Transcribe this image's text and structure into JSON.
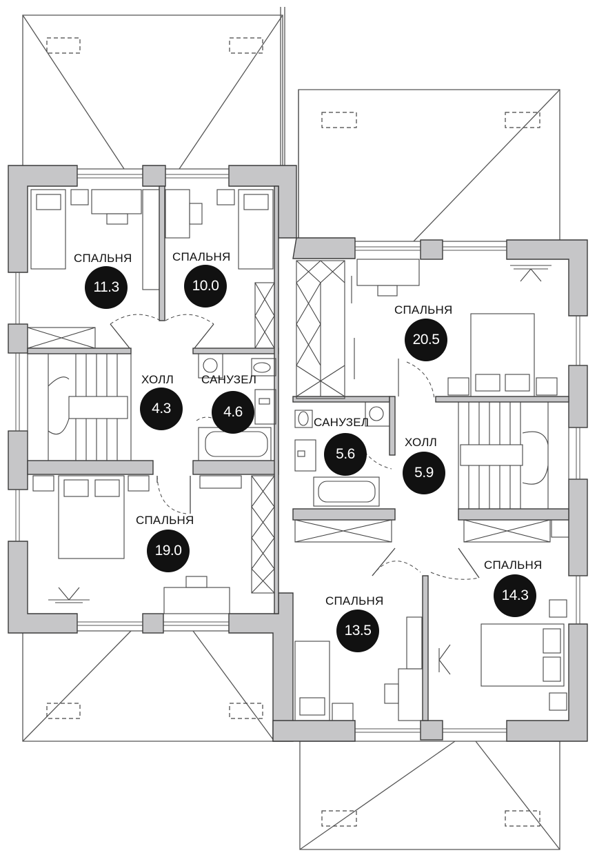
{
  "rooms": [
    {
      "id": "bedroom-nw",
      "name": "СПАЛЬНЯ",
      "area": "11.3"
    },
    {
      "id": "bedroom-n",
      "name": "СПАЛЬНЯ",
      "area": "10.0"
    },
    {
      "id": "hall-w",
      "name": "ХОЛЛ",
      "area": "4.3"
    },
    {
      "id": "bathroom-w",
      "name": "САНУЗЕЛ",
      "area": "4.6"
    },
    {
      "id": "bedroom-sw",
      "name": "СПАЛЬНЯ",
      "area": "19.0"
    },
    {
      "id": "bedroom-ne",
      "name": "СПАЛЬНЯ",
      "area": "20.5"
    },
    {
      "id": "bathroom-e",
      "name": "САНУЗЕЛ",
      "area": "5.6"
    },
    {
      "id": "hall-e",
      "name": "ХОЛЛ",
      "area": "5.9"
    },
    {
      "id": "bedroom-se",
      "name": "СПАЛЬНЯ",
      "area": "14.3"
    },
    {
      "id": "bedroom-s",
      "name": "СПАЛЬНЯ",
      "area": "13.5"
    }
  ],
  "colors": {
    "wall": "#c6c6c8",
    "wall_edge": "#3a3a3a",
    "line": "#444444",
    "badge": "#111111",
    "badge_text": "#ffffff"
  }
}
